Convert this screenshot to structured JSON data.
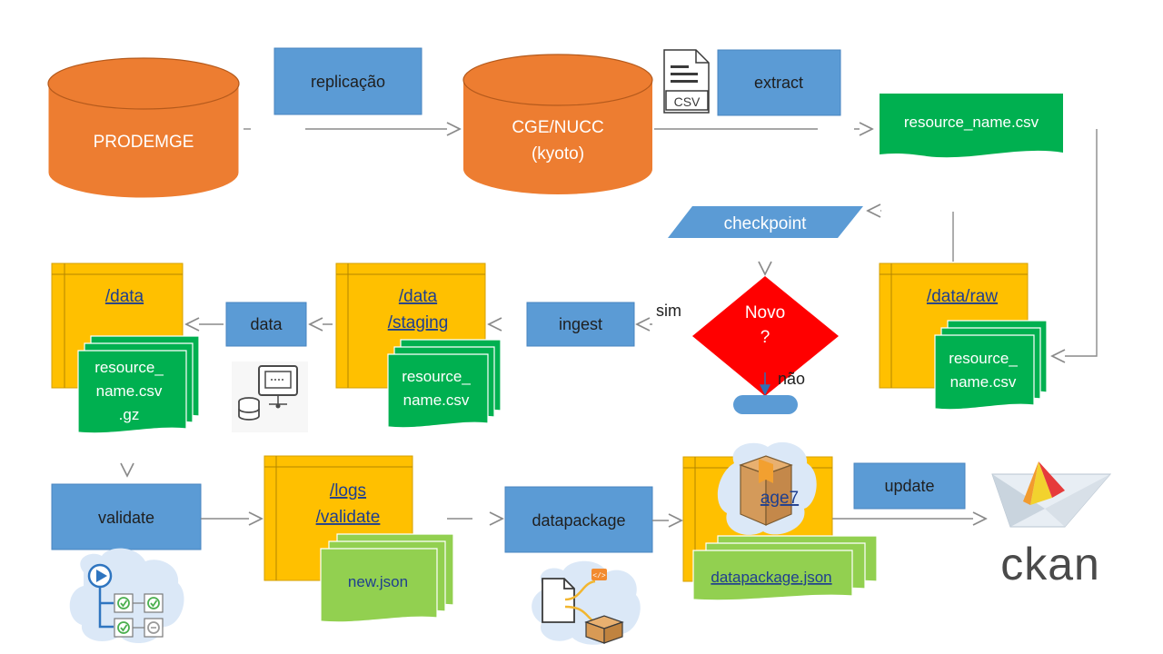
{
  "colors": {
    "orange": "#ed7d31",
    "blue": "#5b9bd5",
    "gold": "#ffc000",
    "green": "#00b050",
    "lightgreen": "#92d050",
    "red": "#ff0000"
  },
  "nodes": {
    "prodemge": "PRODEMGE",
    "cge_line1": "CGE/NUCC",
    "cge_line2": "(kyoto)",
    "replicacao": "replicação",
    "extract": "extract",
    "csv_icon_label": "CSV",
    "resource_top": "resource_name.csv",
    "checkpoint": "checkpoint",
    "novo_line1": "Novo",
    "novo_line2": "?",
    "sim": "sim",
    "nao": "não",
    "raw_folder": "/data/raw",
    "raw_file_line1": "resource_",
    "raw_file_line2": "name.csv",
    "ingest": "ingest",
    "staging_line1": "/data",
    "staging_line2": "/staging",
    "staging_file_line1": "resource_",
    "staging_file_line2": "name.csv",
    "data_box": "data",
    "data_folder": "/data",
    "data_file_line1": "resource_",
    "data_file_line2": "name.csv",
    "data_file_line3": ".gz",
    "validate": "validate",
    "logs_line1": "/logs",
    "logs_line2": "/validate",
    "new_json": "new.json",
    "datapackage": "datapackage",
    "age7": "age7",
    "datapackage_json": "datapackage.json",
    "update": "update",
    "ckan": "ckan"
  }
}
